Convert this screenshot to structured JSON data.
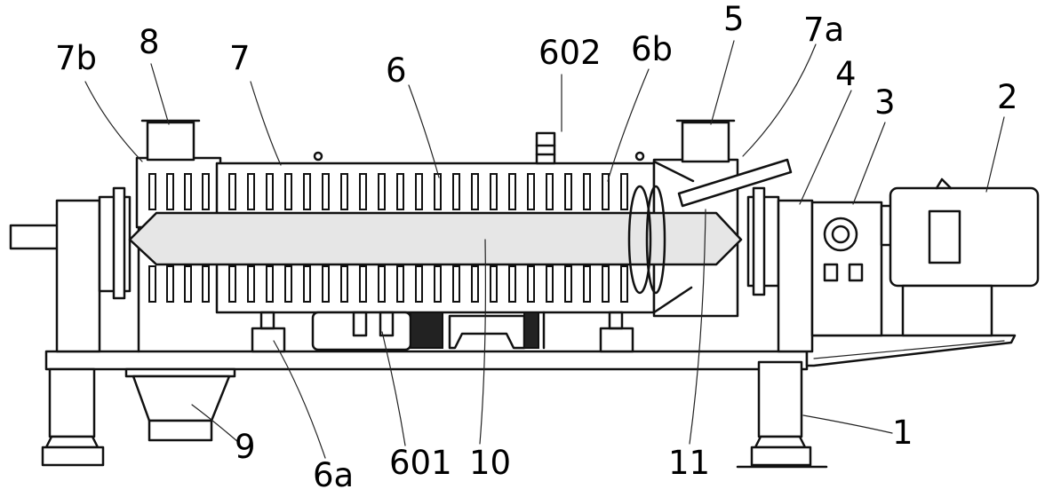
{
  "labels": {
    "l7b": "7b",
    "l8": "8",
    "l7": "7",
    "l6": "6",
    "l602": "602",
    "l6b": "6b",
    "l5": "5",
    "l7a": "7a",
    "l4": "4",
    "l3": "3",
    "l2": "2",
    "l1": "1",
    "l9": "9",
    "l6a": "6a",
    "l601": "601",
    "l10": "10",
    "l11": "11"
  }
}
